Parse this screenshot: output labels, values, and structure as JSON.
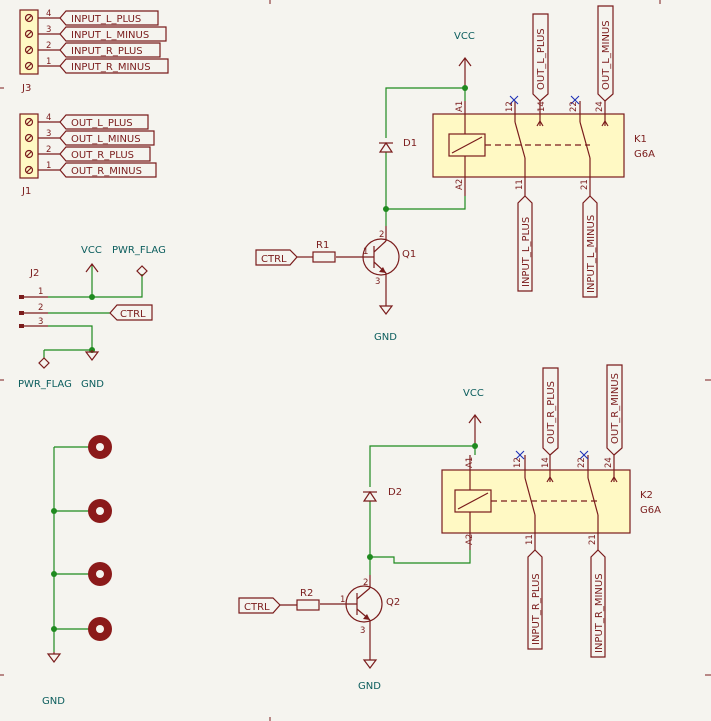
{
  "connectors": {
    "j3": {
      "ref": "J3",
      "pins": [
        "4",
        "3",
        "2",
        "1"
      ],
      "nets": [
        "INPUT_L_PLUS",
        "INPUT_L_MINUS",
        "INPUT_R_PLUS",
        "INPUT_R_MINUS"
      ]
    },
    "j1": {
      "ref": "J1",
      "pins": [
        "4",
        "3",
        "2",
        "1"
      ],
      "nets": [
        "OUT_L_PLUS",
        "OUT_L_MINUS",
        "OUT_R_PLUS",
        "OUT_R_MINUS"
      ]
    },
    "j2": {
      "ref": "J2",
      "pins": [
        "1",
        "2",
        "3"
      ],
      "ctrl": "CTRL"
    }
  },
  "power": {
    "vcc": "VCC",
    "gnd": "GND",
    "pwr_flag": "PWR_FLAG"
  },
  "relay1": {
    "ref": "K1",
    "value": "G6A",
    "pins": [
      "A1",
      "A2",
      "12",
      "14",
      "11",
      "22",
      "24",
      "21"
    ],
    "nets": [
      "OUT_L_PLUS",
      "OUT_L_MINUS",
      "INPUT_L_PLUS",
      "INPUT_L_MINUS"
    ]
  },
  "relay2": {
    "ref": "K2",
    "value": "G6A",
    "pins": [
      "A1",
      "A2",
      "12",
      "14",
      "11",
      "22",
      "24",
      "21"
    ],
    "nets": [
      "OUT_R_PLUS",
      "OUT_R_MINUS",
      "INPUT_R_PLUS",
      "INPUT_R_MINUS"
    ]
  },
  "diode1": {
    "ref": "D1"
  },
  "diode2": {
    "ref": "D2"
  },
  "res1": {
    "ref": "R1"
  },
  "res2": {
    "ref": "R2"
  },
  "trans1": {
    "ref": "Q1",
    "pins": [
      "1",
      "2",
      "3"
    ]
  },
  "trans2": {
    "ref": "Q2",
    "pins": [
      "1",
      "2",
      "3"
    ]
  },
  "ctrl_label": "CTRL"
}
